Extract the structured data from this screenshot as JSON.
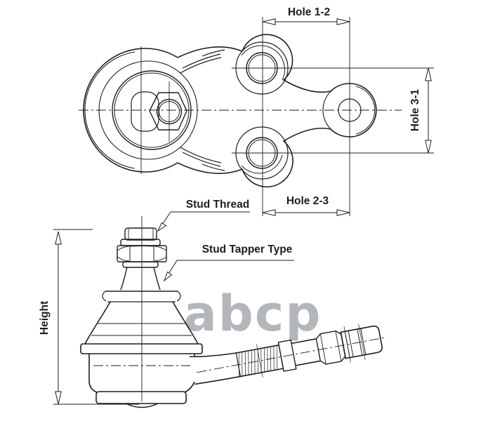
{
  "drawing": {
    "watermark": "abcp",
    "labels": {
      "hole_1_2": "Hole 1-2",
      "hole_3_1": "Hole 3-1",
      "hole_2_3": "Hole 2-3",
      "stud_thread": "Stud Thread",
      "stud_tapper_type": "Stud Tapper Type",
      "height": "Height"
    },
    "colors": {
      "line": "#1e1e1e",
      "watermark": "#b3b7bb",
      "background": "#ffffff"
    }
  }
}
